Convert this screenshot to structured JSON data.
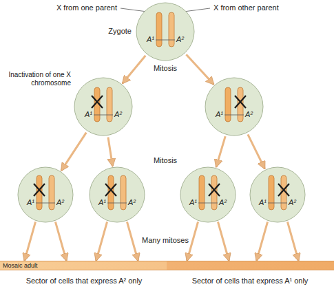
{
  "diagram": {
    "nodes": [
      {
        "text": [
          "Zygote",
          "A¹",
          "A²"
        ]
      },
      {
        "text": [
          "Inactivation of one X chromosome",
          "A¹",
          "A²"
        ]
      },
      {
        "text": [
          "A¹",
          "A²"
        ]
      },
      {
        "text": [
          "A¹",
          "A²"
        ]
      },
      {
        "text": [
          "A¹",
          "A²"
        ]
      },
      {
        "text": [
          "A¹",
          "A²"
        ]
      },
      {
        "text": [
          "A¹",
          "A²"
        ]
      },
      {
        "text": [
          "Mosaic adult"
        ]
      }
    ],
    "edges": [
      {
        "from": 0,
        "to": 1,
        "arrow": "to"
      },
      {
        "from": 0,
        "to": 2,
        "arrow": "to"
      },
      {
        "from": 1,
        "to": 3,
        "arrow": "to"
      },
      {
        "from": 1,
        "to": 4,
        "arrow": "to"
      },
      {
        "from": 2,
        "to": 5,
        "arrow": "to"
      },
      {
        "from": 2,
        "to": 6,
        "arrow": "to"
      },
      {
        "from": 3,
        "to": 7,
        "arrow": "to"
      },
      {
        "from": 3,
        "to": 7,
        "arrow": "to"
      },
      {
        "from": 4,
        "to": 7,
        "arrow": "to"
      },
      {
        "from": 4,
        "to": 7,
        "arrow": "to"
      },
      {
        "from": 5,
        "to": 7,
        "arrow": "to"
      },
      {
        "from": 5,
        "to": 7,
        "arrow": "to"
      },
      {
        "from": 6,
        "to": 7,
        "arrow": "to"
      },
      {
        "from": 6,
        "to": 7,
        "arrow": "to"
      }
    ],
    "labels": [
      "X from one parent",
      "X from other parent",
      "Mitosis",
      "Mitosis",
      "Many mitoses",
      "Sector of cells that express A² only",
      "Sector of cells that express A¹ only"
    ]
  }
}
